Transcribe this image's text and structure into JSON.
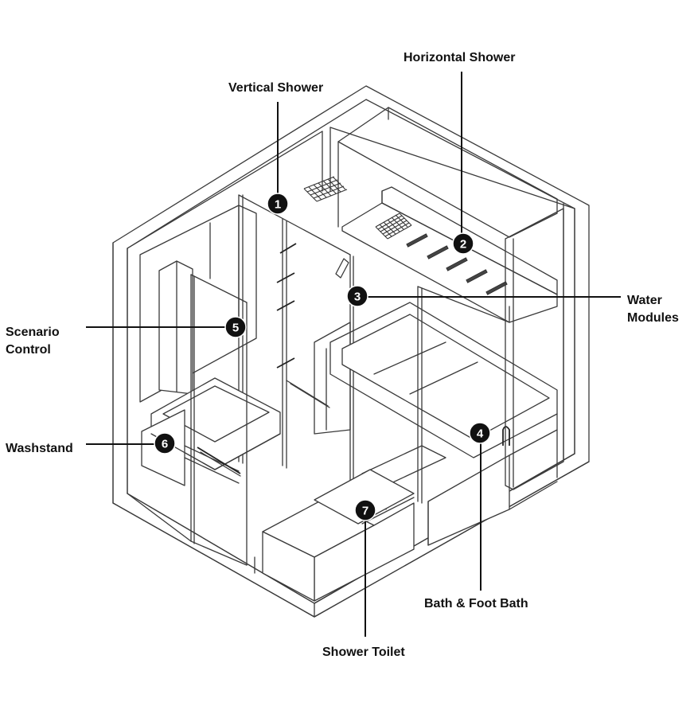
{
  "callouts": [
    {
      "number": "1",
      "label": "Vertical Shower"
    },
    {
      "number": "2",
      "label": "Horizontal Shower"
    },
    {
      "number": "3",
      "label_lines": [
        "Water",
        "Modules"
      ]
    },
    {
      "number": "4",
      "label": "Bath & Foot Bath"
    },
    {
      "number": "5",
      "label_lines": [
        "Scenario",
        "Control"
      ]
    },
    {
      "number": "6",
      "label": "Washstand"
    },
    {
      "number": "7",
      "label": "Shower Toilet"
    }
  ]
}
